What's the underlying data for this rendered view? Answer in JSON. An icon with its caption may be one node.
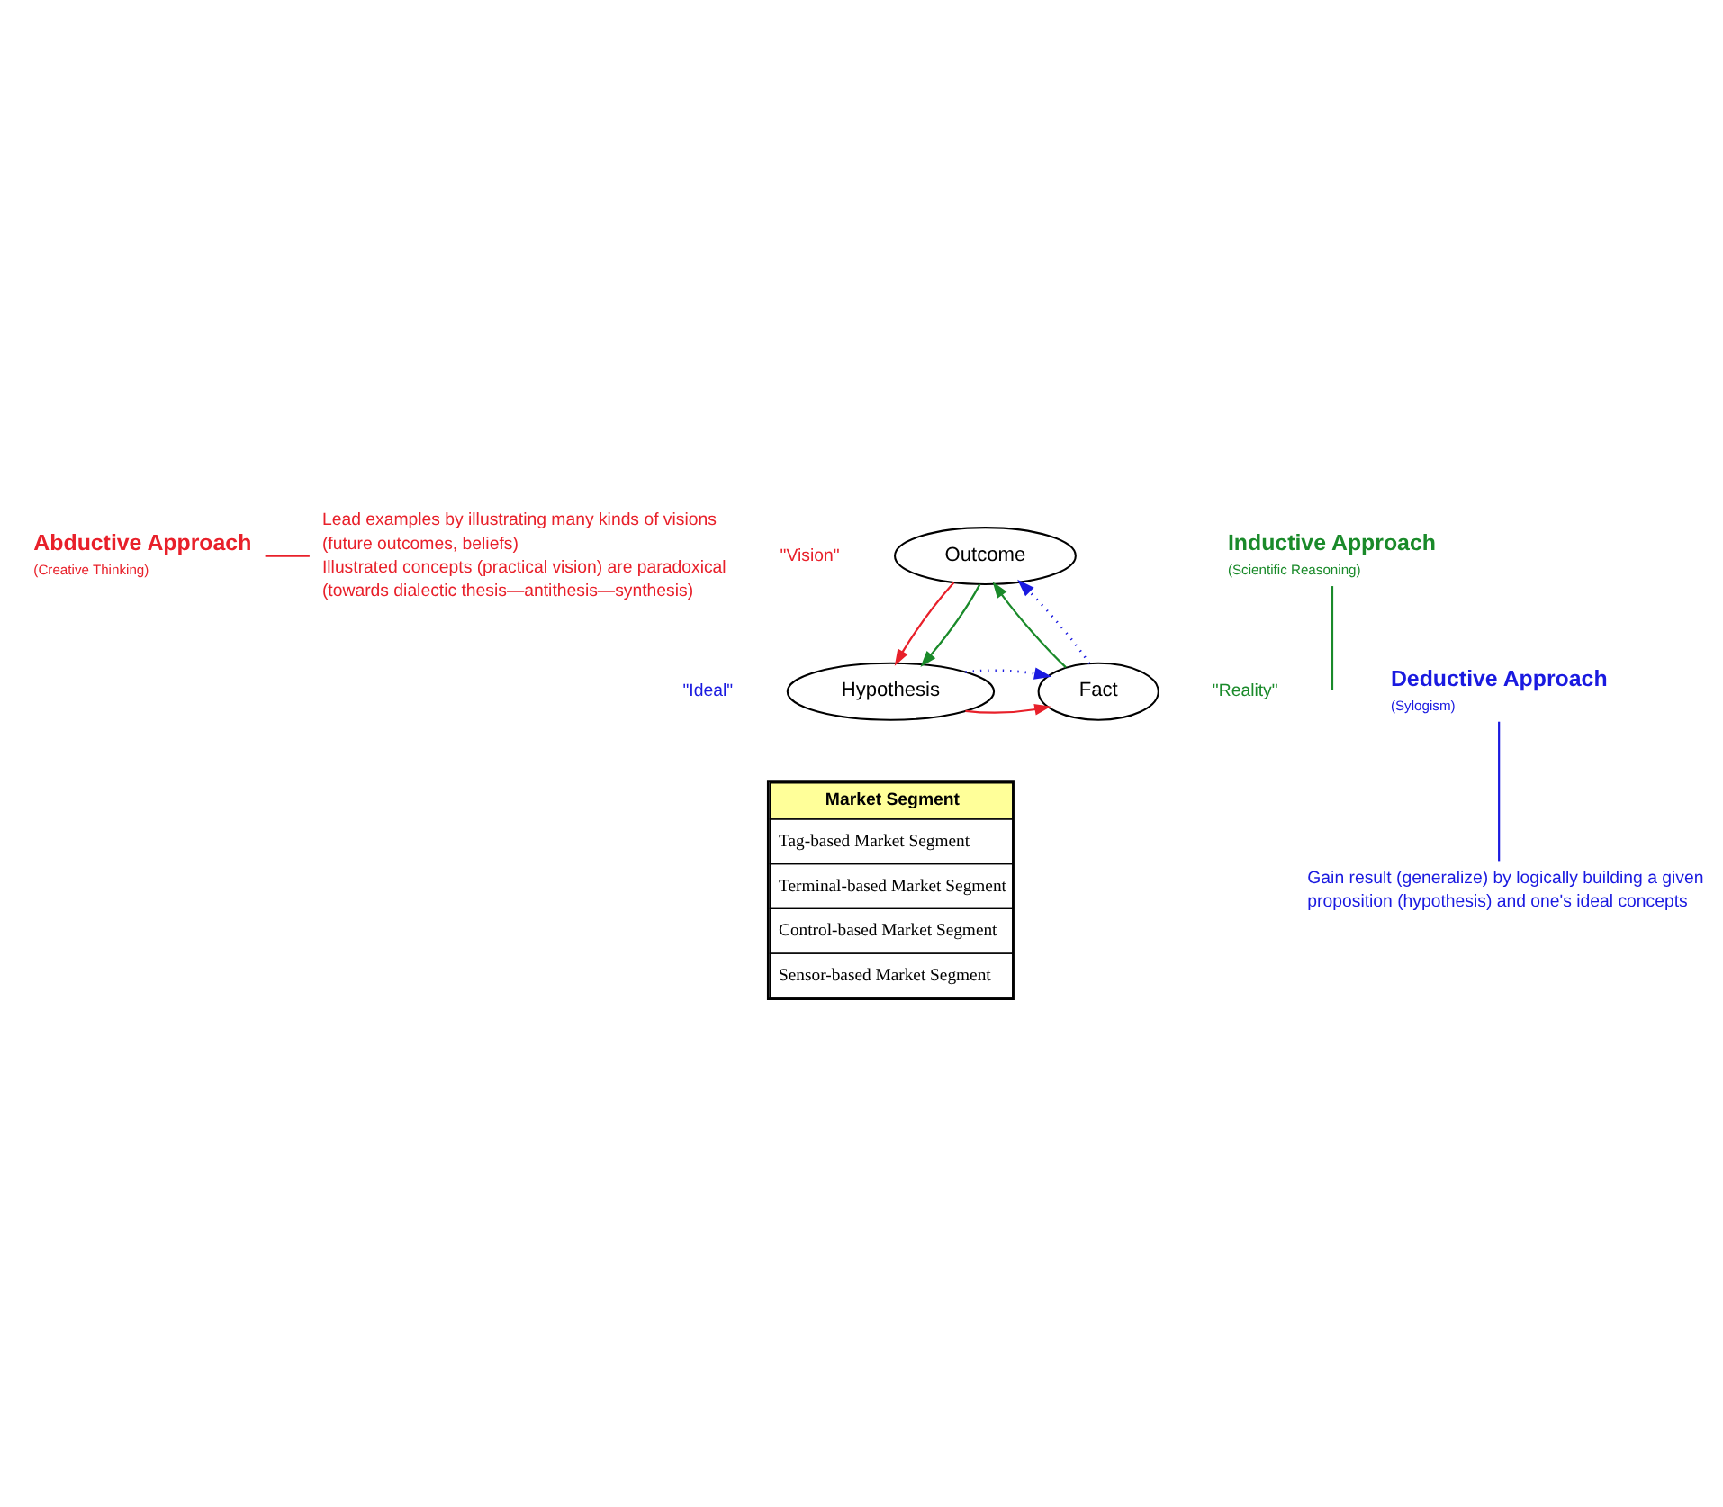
{
  "diagram": {
    "nodes": [
      {
        "text": [
          "Abductive Approach",
          "(Creative Thinking)"
        ]
      },
      {
        "text": [
          "Lead examples by illustrating many kinds of visions (future outcomes, beliefs)",
          "Illustrated concepts (practical vision) are paradoxical (towards dialectic thesis—antithesis—synthesis)"
        ]
      },
      {
        "text": [
          "Outcome"
        ],
        "beside": [
          "\"Vision\""
        ]
      },
      {
        "text": [
          "Inductive Approach",
          "(Scientific Reasoning)"
        ]
      },
      {
        "text": [
          "Hypothesis"
        ],
        "beside": [
          "\"Ideal\""
        ]
      },
      {
        "text": [
          "Deductive Approach",
          "(Sylogism)"
        ]
      },
      {
        "text": [
          "Fact"
        ],
        "beside": [
          "\"Reality\""
        ]
      },
      {
        "text": [
          "Gain result (generalize) by logically building a given proposition (hypothesis) and one's ideal concepts"
        ]
      }
    ],
    "edges": [
      {
        "from": 0,
        "to": 1,
        "arrow": "none",
        "color": "#e8202a"
      },
      {
        "from": 2,
        "to": 4,
        "arrow": "to",
        "color": "#e8202a"
      },
      {
        "from": 2,
        "to": 4,
        "arrow": "to",
        "color": "#1a8a2a"
      },
      {
        "from": 6,
        "to": 2,
        "arrow": "to",
        "color": "#1a8a2a"
      },
      {
        "from": 6,
        "to": 2,
        "arrow": "to",
        "style": "dashed",
        "color": "#1a1ae0"
      },
      {
        "from": 4,
        "to": 6,
        "arrow": "to",
        "color": "#e8202a"
      },
      {
        "from": 4,
        "to": 6,
        "arrow": "to",
        "style": "dashed",
        "color": "#1a1ae0"
      },
      {
        "from": 5,
        "to": 7,
        "arrow": "none",
        "color": "#1a1ae0"
      },
      {
        "from": 3,
        "to": null,
        "arrow": "none",
        "color": "#1a8a2a"
      }
    ],
    "labels": [
      "Market Segment",
      "Tag-based Market Segment",
      "Terminal-based Market Segment",
      "Control-based Market Segment",
      "Sensor-based Market Segment"
    ]
  }
}
